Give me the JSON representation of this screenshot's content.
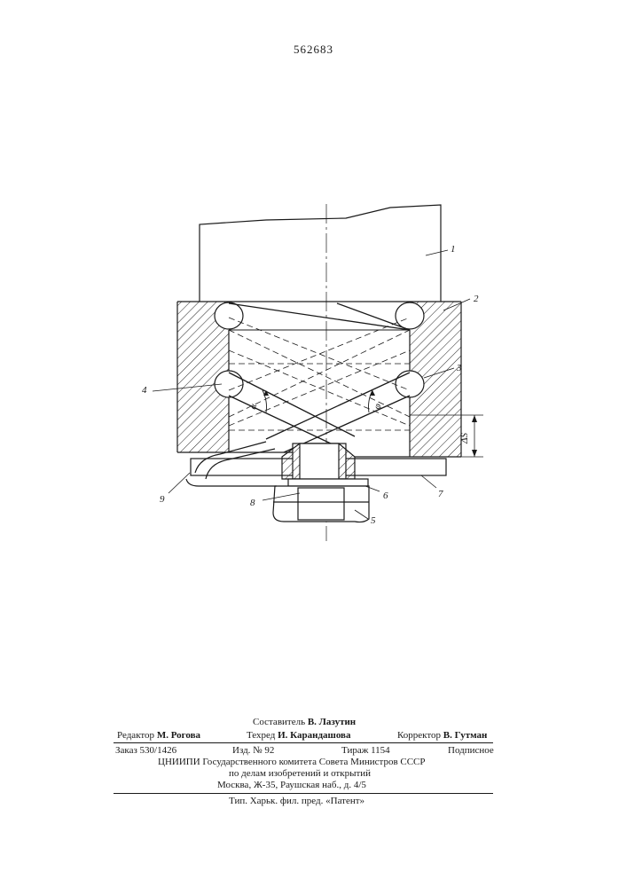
{
  "patent_number": "562683",
  "drawing": {
    "labels": [
      "1",
      "2",
      "3",
      "4",
      "5",
      "6",
      "7",
      "8",
      "9"
    ],
    "angle_alpha": "α",
    "angle_phi": "φ",
    "dim_label": "ΔS"
  },
  "imprint": {
    "composer_label": "Составитель",
    "composer_name": "В. Лазутин",
    "editor_label": "Редактор",
    "editor_name": "М. Рогова",
    "techred_label": "Техред",
    "techred_name": "И. Карандашова",
    "corrector_label": "Корректор",
    "corrector_name": "В. Гутман",
    "order": "Заказ 530/1426",
    "edition": "Изд. № 92",
    "circulation": "Тираж 1154",
    "subscription": "Подписное",
    "org_line1": "ЦНИИПИ Государственного комитета Совета Министров СССР",
    "org_line2": "по делам изобретений и открытий",
    "address": "Москва, Ж-35, Раушская наб., д. 4/5",
    "printer": "Тип. Харьк. фил. пред. «Патент»"
  }
}
